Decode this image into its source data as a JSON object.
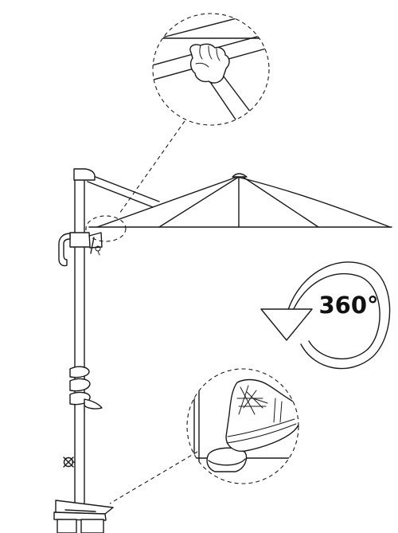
{
  "rotation": {
    "label": "360°"
  },
  "colors": {
    "line": "#1a1a1a",
    "background": "#ffffff"
  },
  "callouts": [
    "hand-crank-detail",
    "foot-pedal-detail"
  ]
}
